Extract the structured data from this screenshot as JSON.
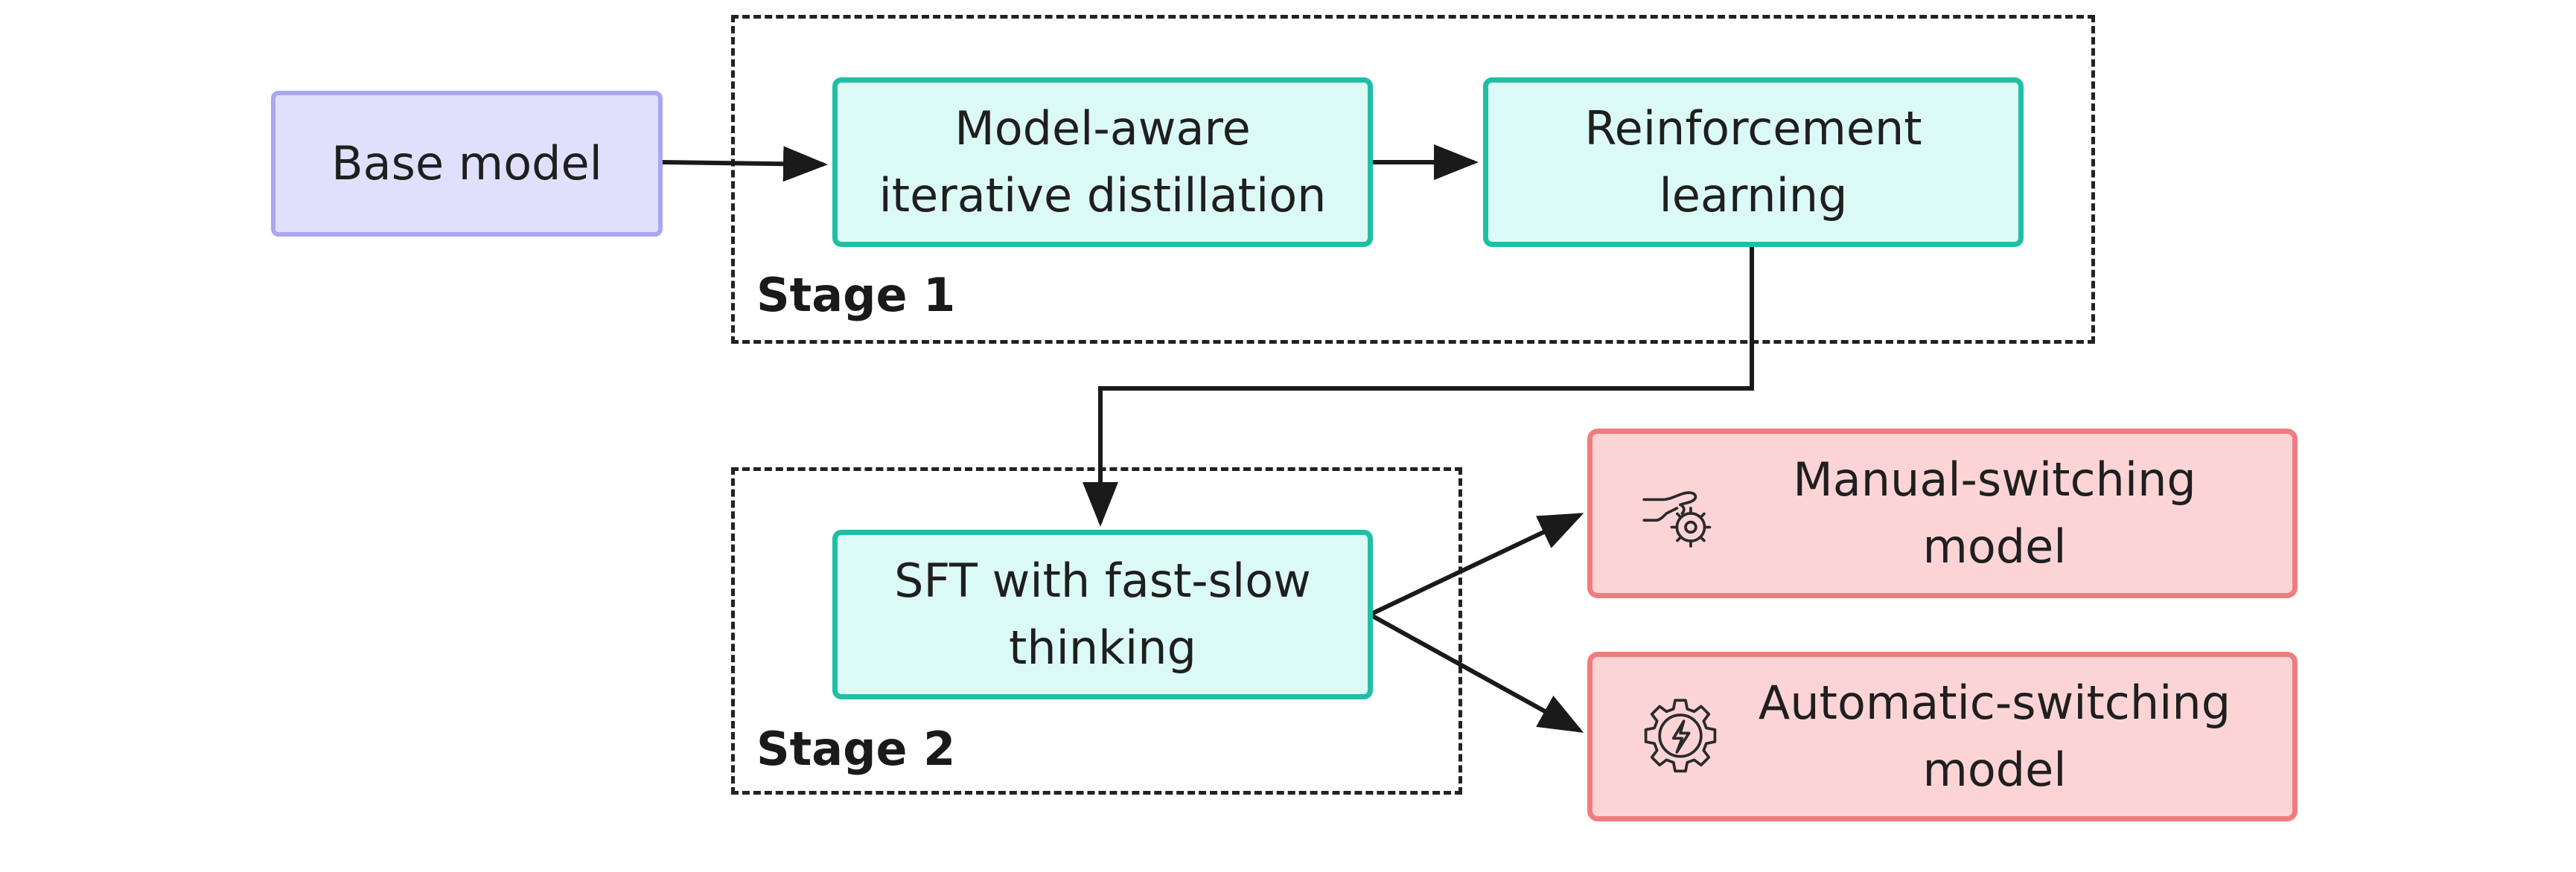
{
  "nodes": {
    "base_model": "Base model",
    "distillation": "Model-aware\niterative distillation",
    "rl": "Reinforcement\nlearning",
    "sft": "SFT with fast-slow\nthinking",
    "manual": "Manual-switching\nmodel",
    "automatic": "Automatic-switching\nmodel"
  },
  "stages": {
    "stage1": "Stage 1",
    "stage2": "Stage 2"
  },
  "icons": {
    "manual": "hand-gear-icon",
    "automatic": "gear-bolt-icon"
  },
  "colors": {
    "base_border": "#a9a6f2",
    "base_fill": "#e0e0fd",
    "teal_border": "#1fbfa6",
    "teal_fill": "#dcfaf5",
    "red_border": "#f07c80",
    "red_fill": "#fdd4d6"
  }
}
